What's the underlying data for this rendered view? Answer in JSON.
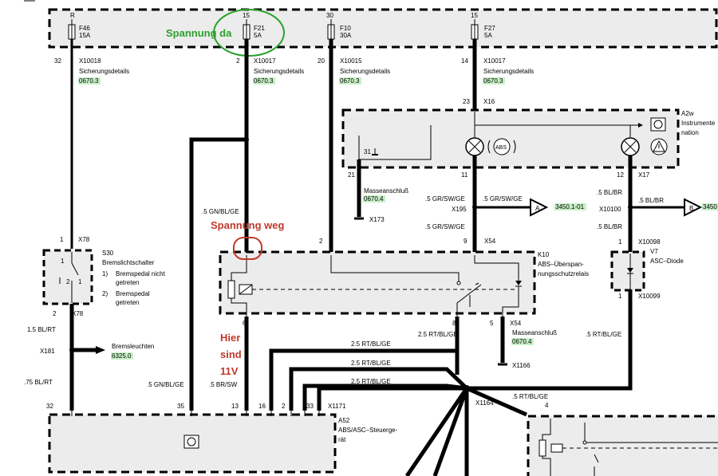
{
  "page_number_fragment": "",
  "fuses": [
    {
      "terminal": "R",
      "id": "F46",
      "rating": "15A",
      "pin": "32",
      "connector": "X10018",
      "desc": "Sicherungsdetails",
      "ref": "0670.3"
    },
    {
      "terminal": "15",
      "id": "F21",
      "rating": "5A",
      "pin": "2",
      "connector": "X10017",
      "desc": "Sicherungsdetails",
      "ref": "0670.3"
    },
    {
      "terminal": "30",
      "id": "F10",
      "rating": "30A",
      "pin": "20",
      "connector": "X10015",
      "desc": "Sicherungsdetails",
      "ref": "0670.3"
    },
    {
      "terminal": "15",
      "id": "F27",
      "rating": "5A",
      "pin": "14",
      "connector": "X10017",
      "desc": "Sicherungsdetails",
      "ref": "0670.3"
    }
  ],
  "annotations": {
    "spannung_da": "Spannung da",
    "spannung_weg": "Spannung weg",
    "hier": "Hier",
    "sind": "sind",
    "volt": "11V"
  },
  "instrument": {
    "pin": "23",
    "connector": "X16",
    "id": "A2w",
    "label_line1": "Instrumente",
    "label_line2": "nation",
    "abs_label": "ABS",
    "pin31": "31",
    "pin21": "21",
    "pin11": "11",
    "pin12": "12",
    "x17": "X17"
  },
  "ground_top": {
    "label": "Masseanschluß",
    "ref": "0670.4",
    "connector": "X173"
  },
  "wires": {
    "gn_bl_ge_left": ".5 GN/BL/GE",
    "gr_sw_ge_1": ".5 GR/SW/GE",
    "gr_sw_ge_2": ".5 GR/SW/GE",
    "gr_sw_ge_3": ".5 GR/SW/GE",
    "bl_br_1": ".5 BL/BR",
    "bl_br_2": ".5 BL/BR",
    "bl_br_3": ".5 BL/BR",
    "x195": "X195",
    "x10100": "X10100",
    "ref_a": "3450.1-01",
    "ref_b": "3450",
    "arrow_a": "A",
    "arrow_b": "B",
    "rt_bl_ge_1": "2.5 RT/BL/GE",
    "rt_bl_ge_2": "2.5 RT/BL/GE",
    "rt_bl_ge_3": "2.5 RT/BL/GE",
    "rt_bl_ge_4": "2.5 RT/BL/GE",
    "rt_bl_ge_5": ".5 RT/BL/GE",
    "rt_bl_ge_6": ".5 RT/BL/GE",
    "gn_bl_ge_bottom": ".5 GN/BL/GE",
    "br_sw": ".5 BR/SW",
    "bl_rt_1": "1.5 BL/RT",
    "bl_rt_2": ".75 BL/RT"
  },
  "relay_k10": {
    "id": "K10",
    "line1": "ABS–Überspan-",
    "line2": "nungsschutzrelais",
    "pin2": "2",
    "pin9": "9",
    "pin6": "6",
    "pin8": "8",
    "pin5": "5",
    "x54_top": "X54",
    "x54_bottom": "X54"
  },
  "ground_mid": {
    "label": "Masseanschluß",
    "ref": "0670.4",
    "connector": "X1166"
  },
  "brake_switch": {
    "id": "S30",
    "label": "Bremslichtschalter",
    "item1_num": "1)",
    "item1_a": "Bremspedal nicht",
    "item1_b": "getreten",
    "item2_num": "2)",
    "item2_a": "Bremspedal",
    "item2_b": "getreten",
    "pin1": "1",
    "pin2": "2",
    "x78_top": "X78",
    "x78_bottom": "X78",
    "sw1": "1",
    "sw2": "2",
    "p1": "1"
  },
  "brake_lights": {
    "connector": "X181",
    "label": "Bremsleuchten",
    "ref": "6325.0"
  },
  "diode_v7": {
    "id": "V7",
    "label": "ASC–Diode",
    "pin1": "1",
    "pin2": "1",
    "x10098": "X10098",
    "x10099": "X10099"
  },
  "ecu_a52": {
    "id": "A52",
    "line1": "ABS/ASC–Steuerge-",
    "line2": "rät",
    "pin32": "32",
    "pin35": "35",
    "pin13": "13",
    "pin16": "16",
    "pin2": "2",
    "pin33": "33",
    "x1171": "X1171"
  },
  "splice": {
    "connector": "X1164",
    "pin4": "4"
  }
}
